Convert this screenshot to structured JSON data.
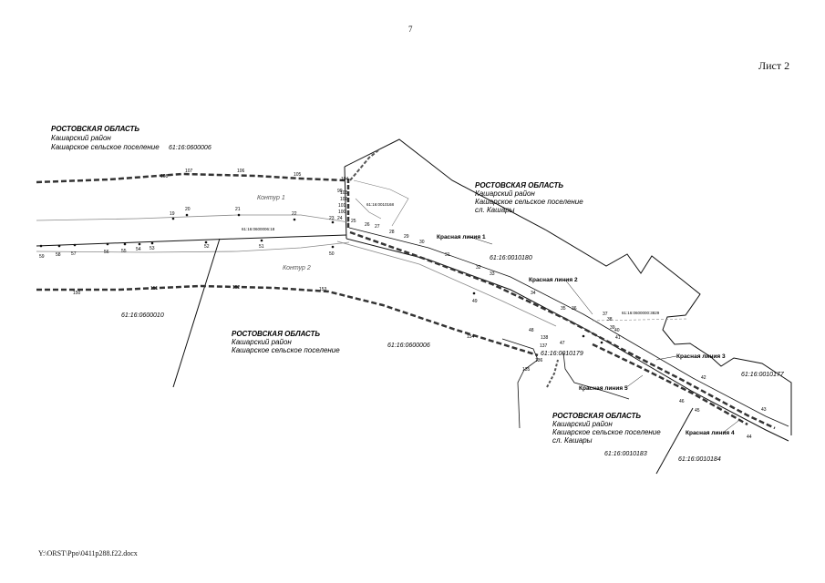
{
  "page": {
    "number": "7",
    "sheet": "Лист 2",
    "file_path": "Y:\\ORST\\Ppo\\0411p288.f22.docx"
  },
  "regions": [
    {
      "title": "РОСТОВСКАЯ ОБЛАСТЬ",
      "lines": [
        "Кашарский район",
        "Кашарское сельское поселение"
      ]
    },
    {
      "title": "РОСТОВСКАЯ ОБЛАСТЬ",
      "lines": [
        "Кашарский район",
        "Кашарское сельское поселение",
        "сл. Кашары"
      ]
    },
    {
      "title": "РОСТОВСКАЯ ОБЛАСТЬ",
      "lines": [
        "Кашарский район",
        "Кашарское сельское поселение"
      ]
    },
    {
      "title": "РОСТОВСКАЯ ОБЛАСТЬ",
      "lines": [
        "Кашарский район",
        "Кашарское сельское поселение",
        "сл. Кашары"
      ]
    }
  ],
  "cadastral": [
    "61:16:0600006",
    "61:16:0010180",
    "61:16:0600010",
    "61:16:0600006",
    "61:16:0010179",
    "61:16:0010177",
    "61:16:0010183",
    "61:16:0010184"
  ],
  "red_lines": [
    "Красная линия 1",
    "Красная линия 2",
    "Красная линия 3",
    "Красная линия 4",
    "Красная линия 5"
  ],
  "contours": [
    "Контур 1",
    "Контур 2"
  ],
  "small_labels": [
    "61:16:0010168",
    "61:16:0600006:18",
    "61:16:0600000:3829"
  ],
  "point_numbers": {
    "upper_fence": [
      "108",
      "107",
      "106",
      "105",
      "104"
    ],
    "lower_fence": [
      "150",
      "151",
      "152",
      "153",
      "154"
    ],
    "row_a": [
      "19",
      "20",
      "21",
      "22",
      "23",
      "24"
    ],
    "row_b": [
      "59",
      "58",
      "57",
      "56",
      "55",
      "54",
      "53",
      "52",
      "51",
      "50",
      "49"
    ],
    "route": [
      "25",
      "26",
      "27",
      "28",
      "29",
      "30",
      "31",
      "32",
      "33",
      "34",
      "35",
      "36",
      "37",
      "38",
      "39",
      "40",
      "41",
      "42",
      "43",
      "44",
      "45",
      "46",
      "47",
      "48"
    ],
    "misc": [
      "103",
      "102",
      "101",
      "100",
      "99",
      "138",
      "137",
      "136",
      "135"
    ]
  }
}
